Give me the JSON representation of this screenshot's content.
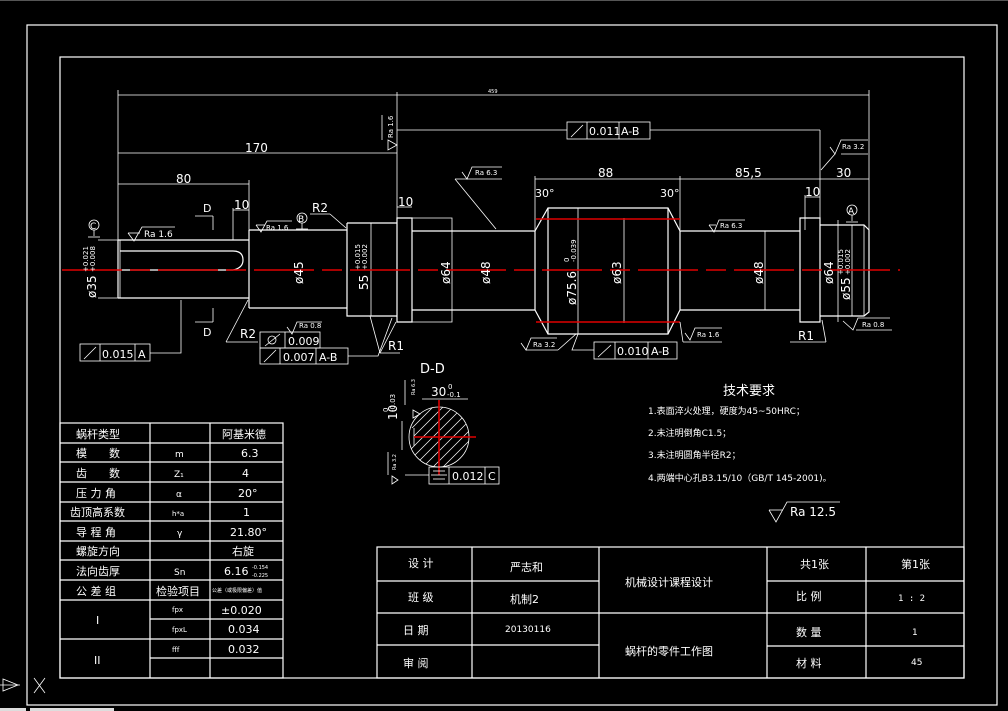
{
  "drawing": {
    "overall_length": "459",
    "dim_170": "170",
    "dim_80": "80",
    "dim_10_a": "10",
    "dim_10_b": "10",
    "dim_10_c": "10",
    "dim_88": "88",
    "dim_85_5": "85,5",
    "dim_30": "30",
    "angle_left": "30°",
    "angle_right": "30°",
    "section_label_top": "D",
    "section_label_bottom": "D",
    "datum_c": "C",
    "datum_b": "B",
    "datum_a": "A",
    "radius_r2_top": "R2",
    "radius_r2_bottom": "R2",
    "radius_r1_left": "R1",
    "radius_r1_right": "R1",
    "dia_35": "ø35",
    "dia_35_tol_upper": "+0.021",
    "dia_35_tol_lower": "+0.008",
    "dia_45": "ø45",
    "dia_55_left": "55",
    "dia_55_left_tol_upper": "+0.015",
    "dia_55_left_tol_lower": "+0.002",
    "dia_64_left": "ø64",
    "dia_48_left": "ø48",
    "dia_75_6": "ø75.6",
    "dia_75_6_tol_upper": "0",
    "dia_75_6_tol_lower": "-0.039",
    "dia_63": "ø63",
    "dia_48_right": "ø48",
    "dia_64_right": "ø64",
    "dia_55_right": "ø55",
    "dia_55_right_tol_upper": "+0.015",
    "dia_55_right_tol_lower": "+0.002",
    "roughness": {
      "left_journal": "Ra 1.6",
      "dia45": "Ra 1.6",
      "shoulder": "Ra 1.6",
      "neck_left": "Ra 6.3",
      "neck_right": "Ra 6.3",
      "right_end": "Ra 3.2",
      "thread_bottom": "Ra 3.2",
      "right_bottom": "Ra 1.6",
      "right_journal": "Ra 0.8",
      "left_bearing": "Ra 0.8",
      "section_key_side": "Ra 6.3",
      "section_key_bottom": "Ra 3.2",
      "general": "Ra  12.5"
    },
    "tolerance_frames": {
      "top_runout": {
        "value": "0.011",
        "datum": "A-B"
      },
      "left_runout": {
        "value": "0.015",
        "datum": "A"
      },
      "cylindricity": {
        "value": "0.009"
      },
      "bearing_runout": {
        "value": "0.007",
        "datum": "A-B"
      },
      "thread_runout": {
        "value": "0.010",
        "datum": "A-B"
      },
      "key_symmetry": {
        "value": "0.012",
        "datum": "C"
      }
    },
    "section": {
      "title": "D-D",
      "width": "30",
      "width_tol_upper": "0",
      "width_tol_lower": "-0.1",
      "depth": "10",
      "depth_tol_upper": "0",
      "depth_tol_lower": "-0.03"
    }
  },
  "tech_requirements": {
    "title": "技术要求",
    "items": [
      "1.表面淬火处理，硬度为45~50HRC；",
      "2.未注明倒角C1.5；",
      "3.未注明圆角半径R2；",
      "4.两端中心孔B3.15/10（GB/T 145-2001)。"
    ]
  },
  "param_table": {
    "rows": [
      {
        "name": "蜗杆类型",
        "symbol": "",
        "value": "阿基米德"
      },
      {
        "name": "模　　数",
        "symbol": "m",
        "value": "6.3"
      },
      {
        "name": "齿　　数",
        "symbol": "Z₁",
        "value": "4"
      },
      {
        "name": "压 力 角",
        "symbol": "α",
        "value": "20°"
      },
      {
        "name": "齿顶高系数",
        "symbol": "h*a",
        "value": "1"
      },
      {
        "name": "导 程 角",
        "symbol": "γ",
        "value": "21.80°"
      },
      {
        "name": "螺旋方向",
        "symbol": "",
        "value": "右旋"
      },
      {
        "name": "法向齿厚",
        "symbol": "Sn",
        "value": "6.16",
        "tol_upper": "-0.154",
        "tol_lower": "-0.225"
      },
      {
        "name": "公 差 组",
        "symbol": "检验项目",
        "value": "公差（或极限偏差）值"
      }
    ],
    "groups": [
      {
        "label": "I",
        "items": [
          {
            "symbol": "fpx",
            "value": "±0.020"
          },
          {
            "symbol": "fpxL",
            "value": "0.034"
          }
        ]
      },
      {
        "label": "II",
        "items": [
          {
            "symbol": "fff",
            "value": "0.032"
          },
          {
            "symbol": "",
            "value": ""
          }
        ]
      }
    ]
  },
  "title_block": {
    "design_label": "设 计",
    "designer": "严志和",
    "class_label": "班 级",
    "class_value": "机制2",
    "date_label": "日 期",
    "date_value": "20130116",
    "review_label": "审 阅",
    "review_value": "",
    "project_title": "机械设计课程设计",
    "drawing_title": "蜗杆的零件工作图",
    "total_sheets": "共1张",
    "sheet_no": "第1张",
    "scale_label": "比 例",
    "scale_value": "1 : 2",
    "qty_label": "数 量",
    "qty_value": "1",
    "material_label": "材 料",
    "material_value": "45"
  },
  "ucs_icon": {
    "x_label": "X"
  }
}
